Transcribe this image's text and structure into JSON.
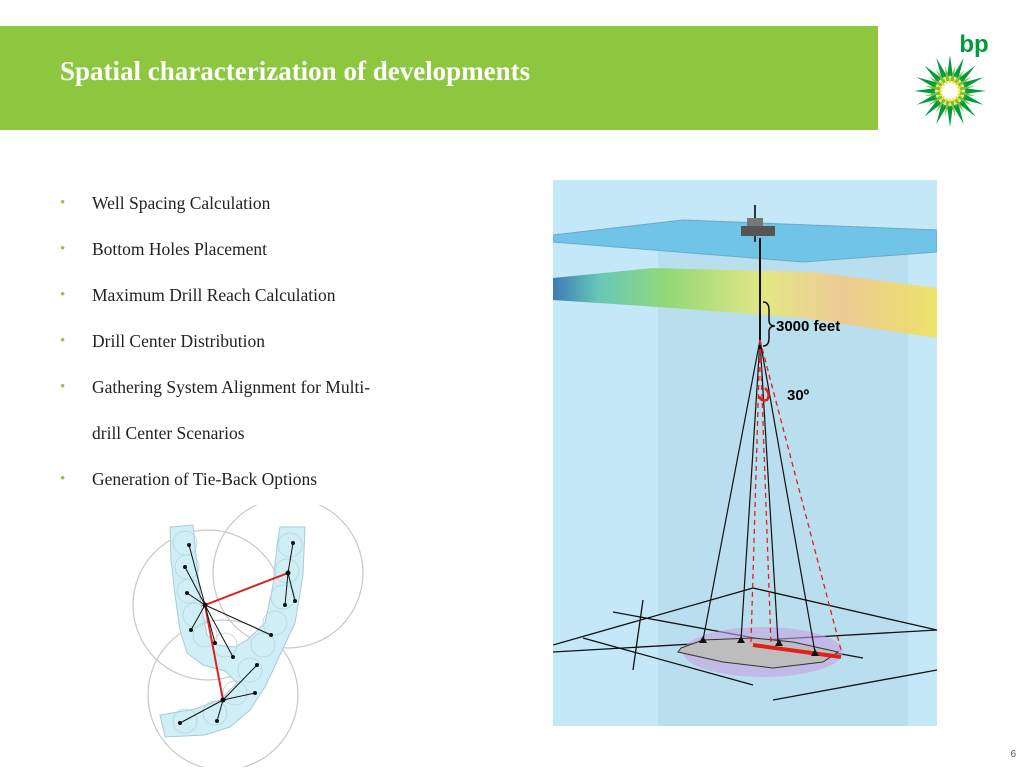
{
  "slide": {
    "title": "Spatial characterization of developments",
    "page_number": "6"
  },
  "colors": {
    "header_green": "#8dc63f",
    "bullet_green": "#8dc63f",
    "logo_green": "#009b3a",
    "logo_yellow": "#ffe000",
    "accent_red": "#e0201b",
    "sea_blue": "#bfe6f6"
  },
  "bullets": [
    {
      "line1": "Well Spacing Calculation",
      "line2": ""
    },
    {
      "line1": "Bottom Holes Placement",
      "line2": ""
    },
    {
      "line1": "Maximum Drill Reach Calculation",
      "line2": ""
    },
    {
      "line1": "Drill Center Distribution",
      "line2": ""
    },
    {
      "line1": "Gathering System Alignment for Multi-",
      "line2": "drill Center Scenarios"
    },
    {
      "line1": "Generation of Tie-Back Options",
      "line2": ""
    }
  ],
  "logo": {
    "text": "bp",
    "icon": "helios-sunflower-icon"
  },
  "well_diagram": {
    "depth_label": "3000 feet",
    "angle_label": "30º"
  }
}
